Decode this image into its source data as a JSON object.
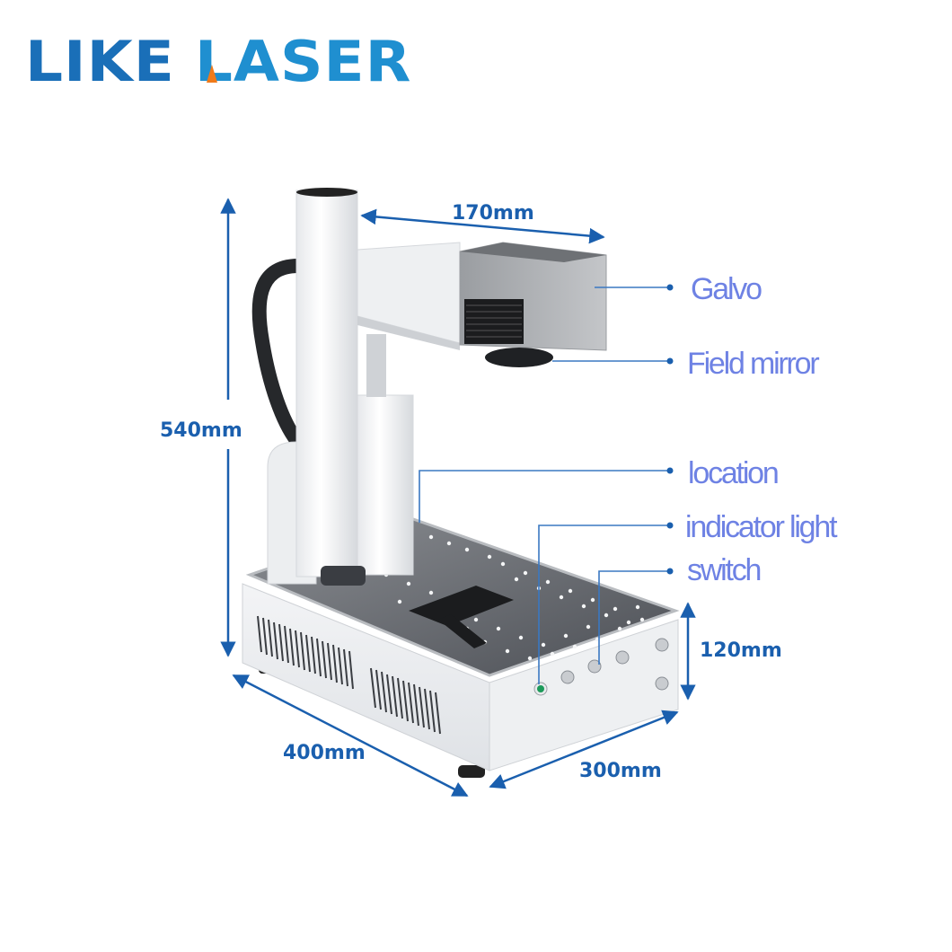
{
  "brand": {
    "logo_word1": "LIKE",
    "logo_word2": "LASER",
    "logo_color_primary": "#1a6fb8",
    "logo_color_secondary": "#1f8fd0",
    "logo_accent_color": "#f07a1a"
  },
  "dimensions": {
    "height": "540mm",
    "arm_length": "170mm",
    "base_height": "120mm",
    "base_depth": "400mm",
    "base_width": "300mm",
    "line_color": "#1a5fae"
  },
  "callouts": [
    {
      "label": "Galvo"
    },
    {
      "label": "Field mirror"
    },
    {
      "label": "location"
    },
    {
      "label": "indicator light"
    },
    {
      "label": "switch"
    }
  ],
  "callout_color": "#6e82e4",
  "leader_color": "#3a78c2"
}
